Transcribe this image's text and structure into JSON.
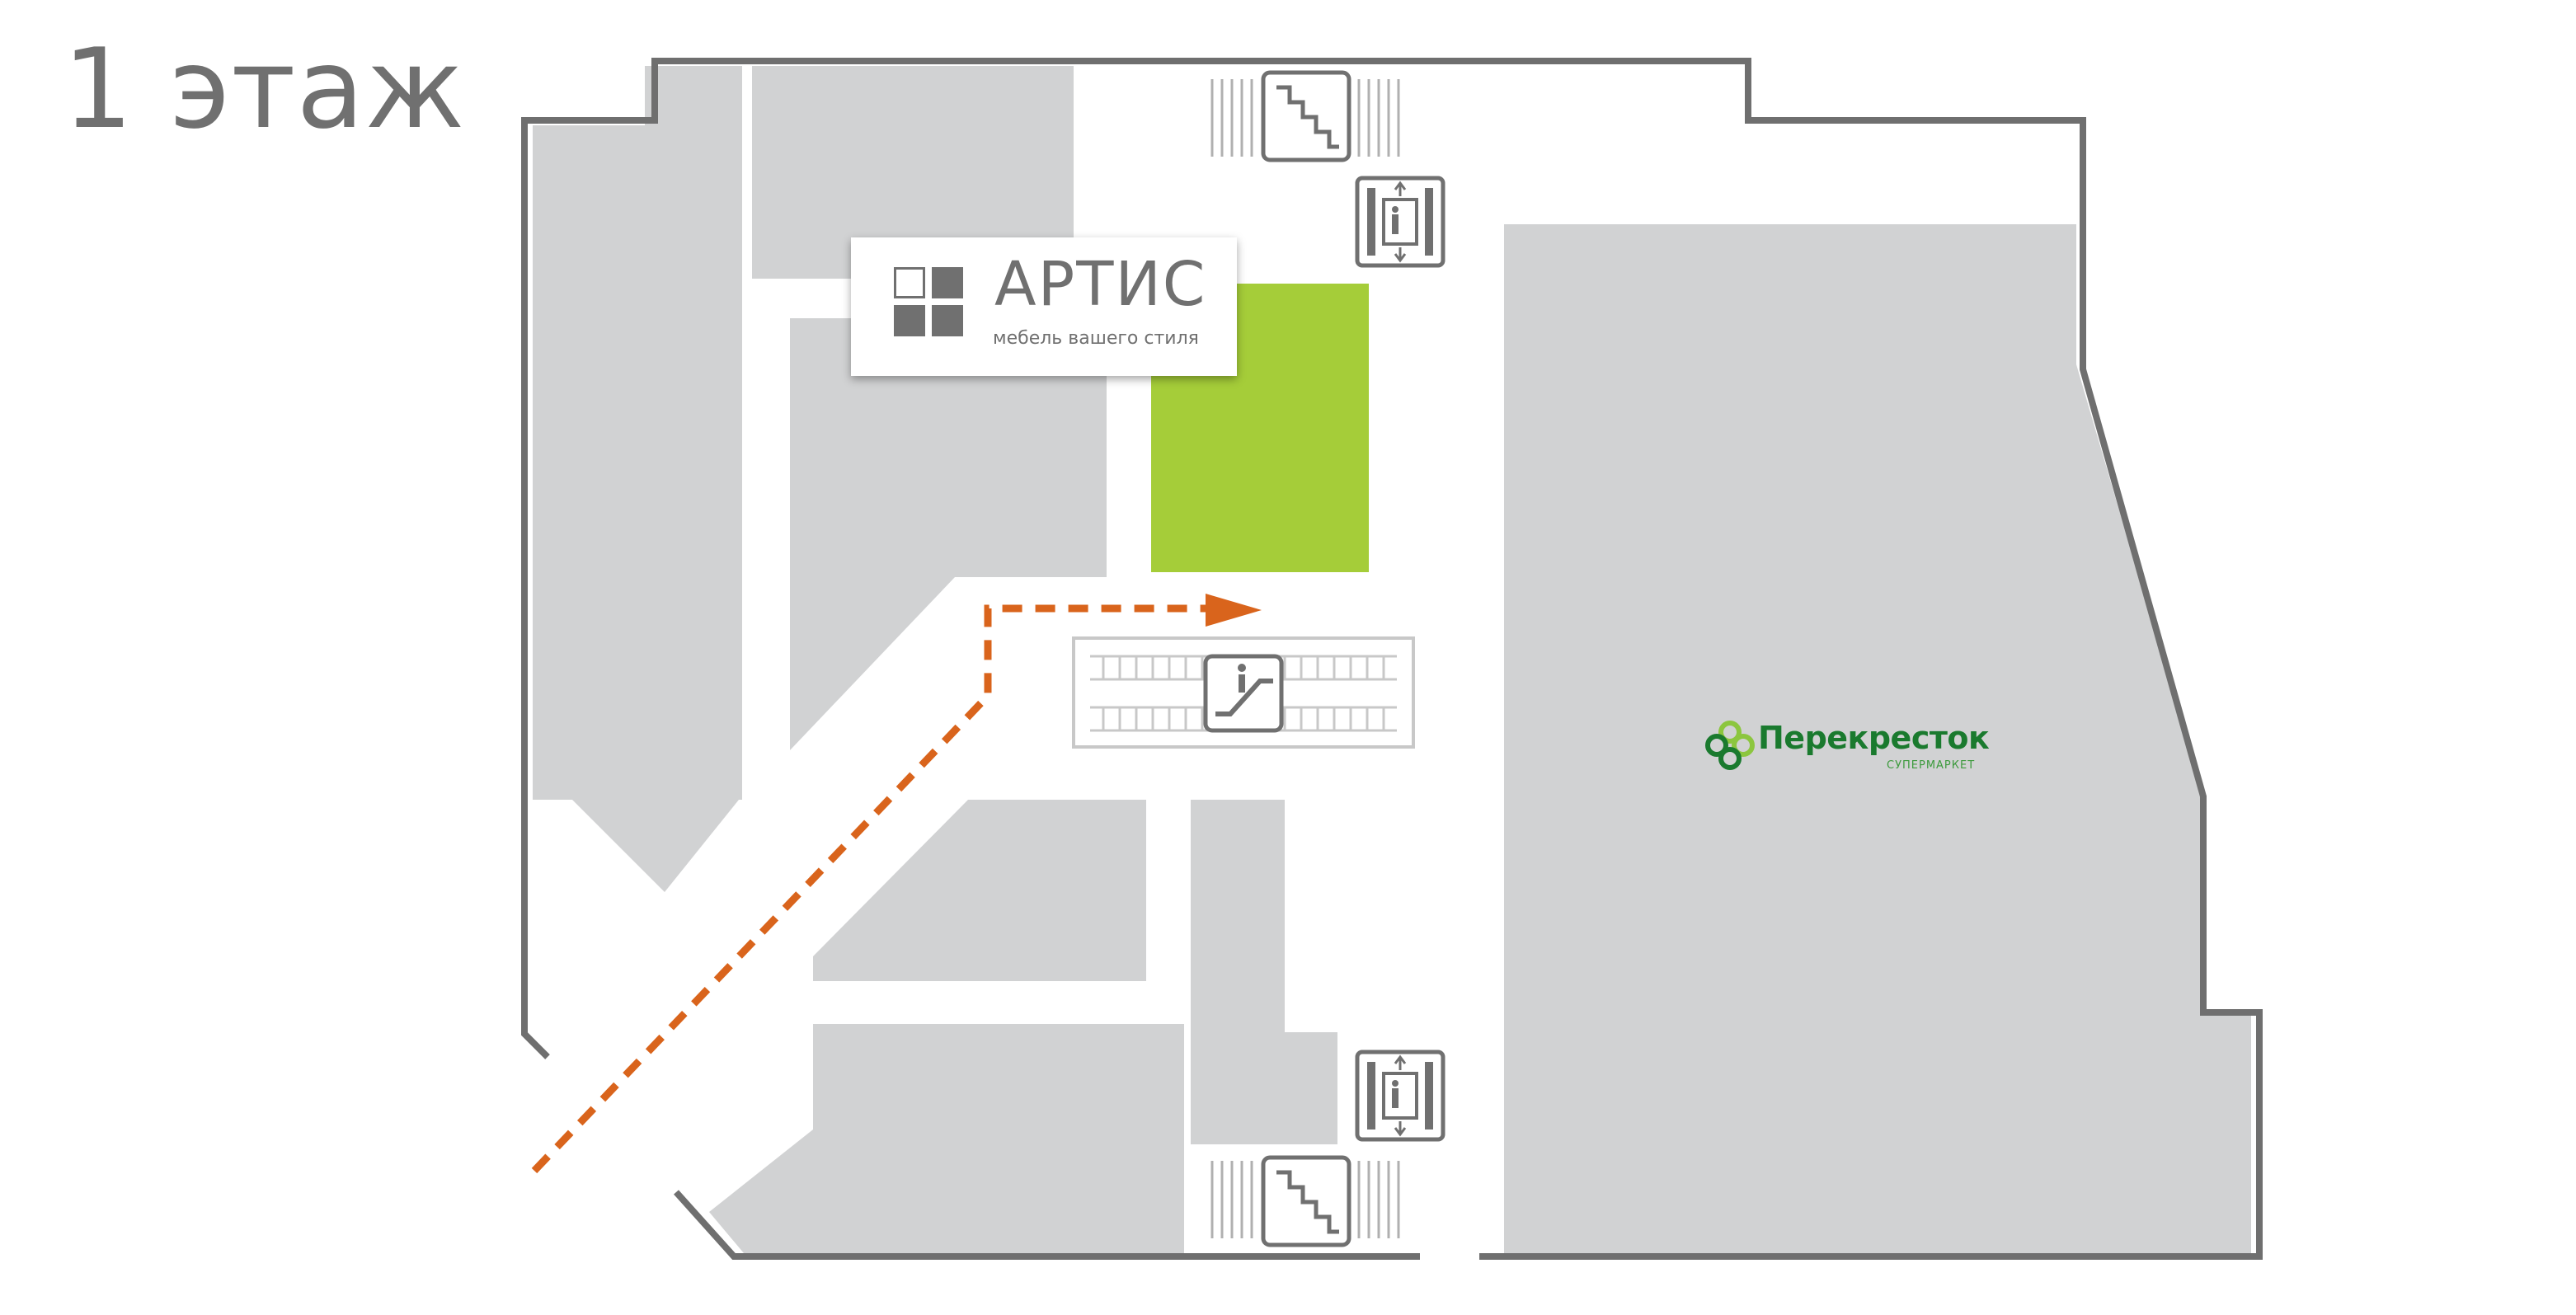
{
  "floor": {
    "title": "1 этаж"
  },
  "artis": {
    "name": "АРТИС",
    "tagline": "мебель вашего стиля",
    "icon": "artis-four-squares-icon",
    "highlight_color": "#a5cd39"
  },
  "perekrestok": {
    "name": "Перекресток",
    "subtitle": "СУПЕРМАРКЕТ",
    "icon": "perekrestok-clover-icon",
    "color": "#1a7a2e"
  },
  "amenities": [
    {
      "type": "stairs",
      "icon": "stairs-icon"
    },
    {
      "type": "elevator",
      "icon": "elevator-icon"
    },
    {
      "type": "escalator",
      "icon": "escalator-icon"
    },
    {
      "type": "elevator",
      "icon": "elevator-icon"
    },
    {
      "type": "stairs",
      "icon": "stairs-icon"
    }
  ],
  "route": {
    "color": "#d9641c",
    "style": "dashed-arrow"
  },
  "colors": {
    "wall": "#6f6f6f",
    "shop": "#d1d2d3",
    "corridor": "#ffffff",
    "icon": "#707070"
  }
}
